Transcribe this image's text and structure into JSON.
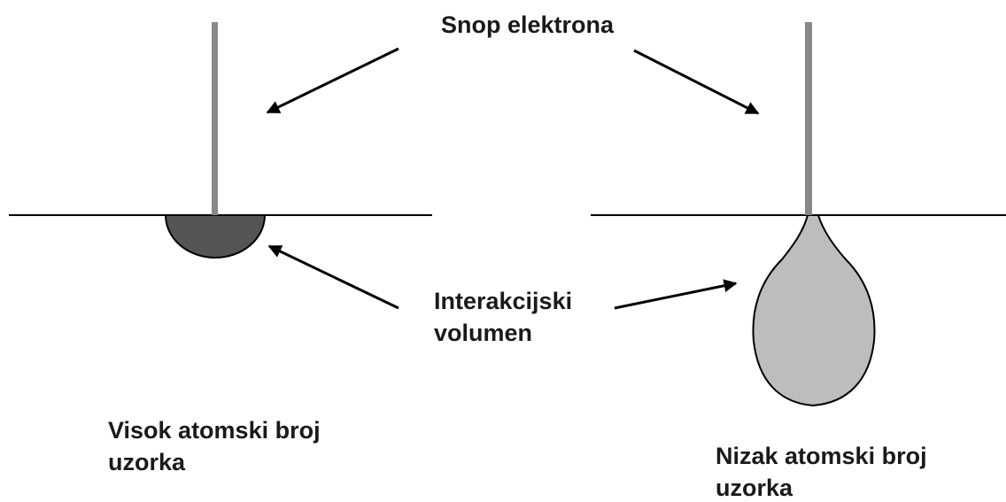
{
  "labels": {
    "beam": "Snop elektrona",
    "interaction_line1": "Interakcijski",
    "interaction_line2": "volumen",
    "high_z_line1": "Visok atomski broj",
    "high_z_line2": "uzorka",
    "low_z_line1": "Nizak atomski broj",
    "low_z_line2": "uzorka"
  },
  "colors": {
    "beam": "#888888",
    "surface": "#000000",
    "high_z_volume": "#555555",
    "low_z_volume": "#bdbdbd",
    "arrow": "#000000"
  }
}
